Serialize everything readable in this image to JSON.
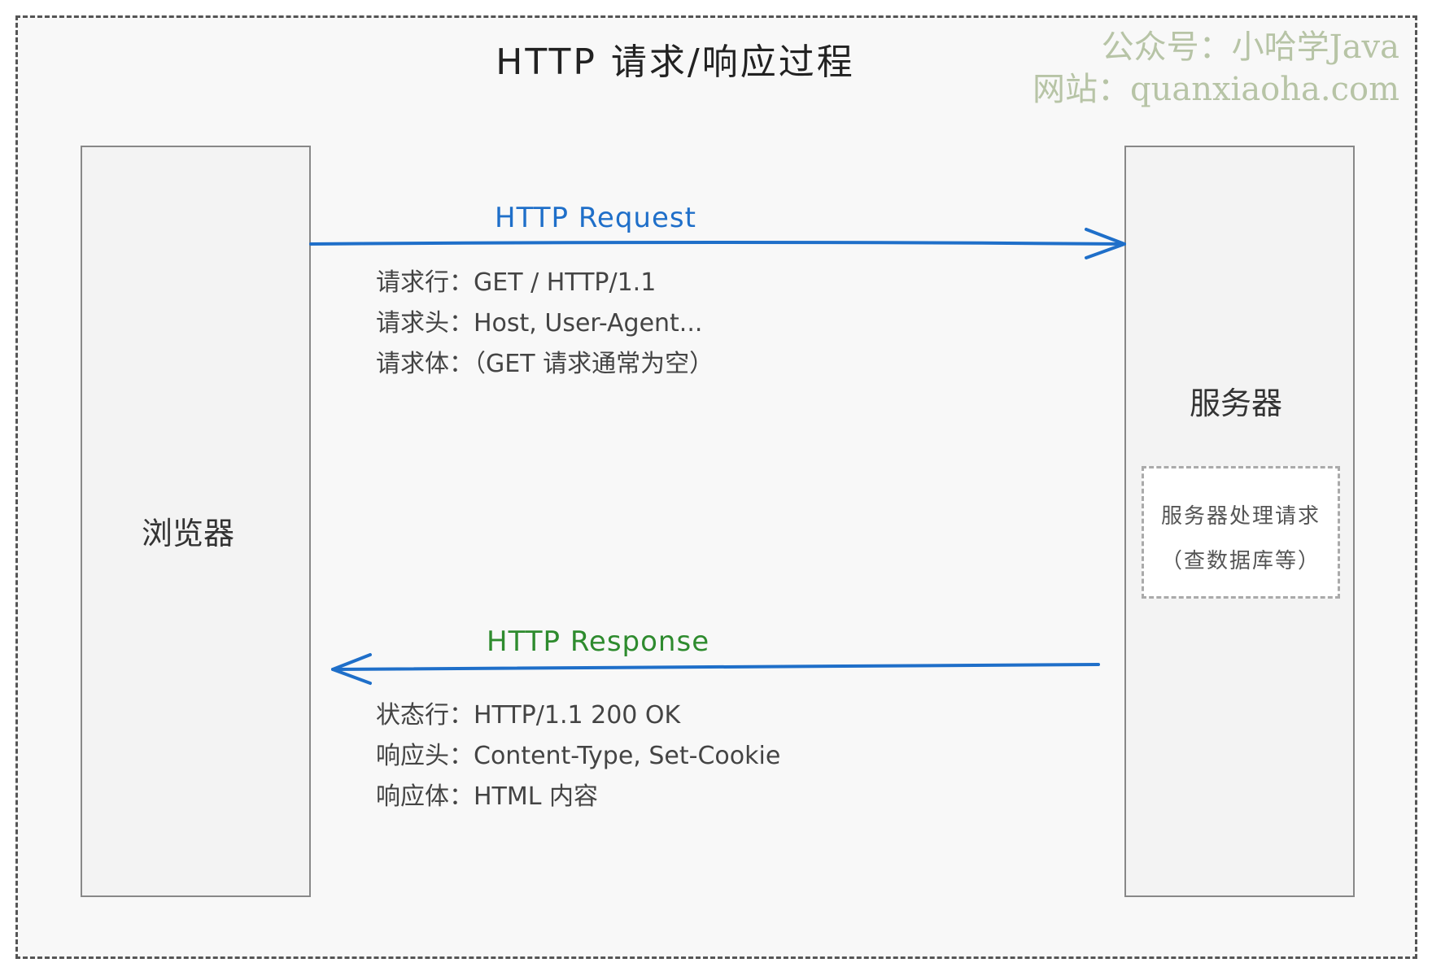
{
  "title": "HTTP 请求/响应过程",
  "watermark": {
    "line1": "公众号：小哈学Java",
    "line2": "网站：quanxiaoha.com"
  },
  "browser": {
    "label": "浏览器"
  },
  "server": {
    "label": "服务器",
    "process_line1": "服务器处理请求",
    "process_line2": "（查数据库等）"
  },
  "request": {
    "label": "HTTP Request",
    "color": "#1f6fc9",
    "lines": [
      "请求行：GET / HTTP/1.1",
      "请求头：Host, User-Agent...",
      "请求体：（GET 请求通常为空）"
    ]
  },
  "response": {
    "label": "HTTP Response",
    "color": "#2e8b2e",
    "arrow_color": "#1f6fc9",
    "lines": [
      "状态行：HTTP/1.1 200 OK",
      "响应头：Content-Type, Set-Cookie",
      "响应体：HTML 内容"
    ]
  }
}
